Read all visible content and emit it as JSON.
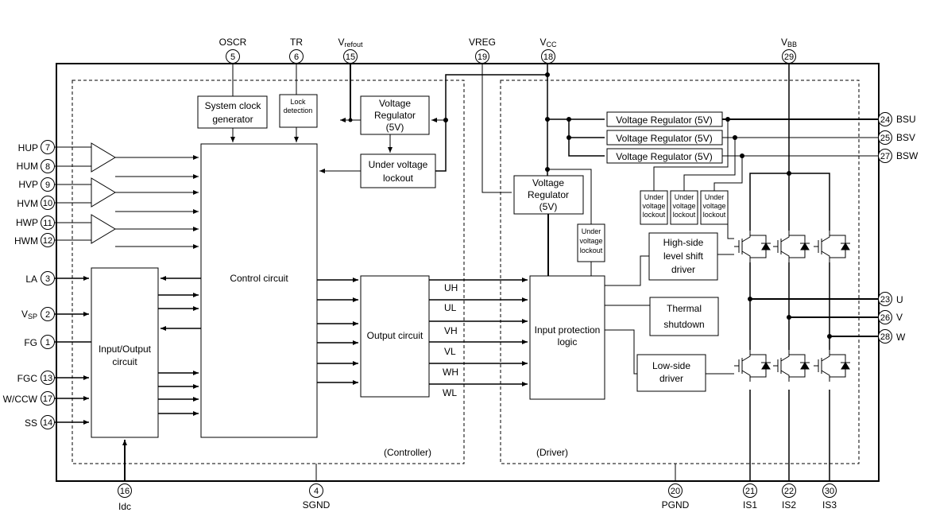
{
  "blocks": {
    "system_clock": [
      "System clock",
      "generator"
    ],
    "lock_detection": [
      "Lock",
      "detection"
    ],
    "vreg_ctrl": [
      "Voltage",
      "Regulator",
      "(5V)"
    ],
    "uvlo_ctrl": [
      "Under voltage",
      "lockout"
    ],
    "control_circuit": "Control circuit",
    "io_circuit": [
      "Input/Output",
      "circuit"
    ],
    "output_circuit": "Output circuit",
    "vreg_drv": [
      "Voltage",
      "Regulator",
      "(5V)"
    ],
    "vreg_bsu": "Voltage Regulator (5V)",
    "vreg_bsv": "Voltage Regulator (5V)",
    "vreg_bsw": "Voltage Regulator (5V)",
    "uvlo_small": [
      "Under",
      "voltage",
      "lockout"
    ],
    "high_side": [
      "High-side",
      "level shift",
      "driver"
    ],
    "input_protection": [
      "Input protection",
      "logic"
    ],
    "thermal": [
      "Thermal",
      "shutdown"
    ],
    "low_side": [
      "Low-side",
      "driver"
    ]
  },
  "signals": [
    "UH",
    "UL",
    "VH",
    "VL",
    "WH",
    "WL"
  ],
  "sections": {
    "controller": "(Controller)",
    "driver": "(Driver)"
  },
  "pins": {
    "oscr": {
      "num": "5",
      "label": "OSCR"
    },
    "tr": {
      "num": "6",
      "label": "TR"
    },
    "vrefout": {
      "num": "15",
      "label": "V",
      "sub": "refout"
    },
    "vreg": {
      "num": "19",
      "label": "VREG"
    },
    "vcc": {
      "num": "18",
      "label": "V",
      "sub": "CC"
    },
    "vbb": {
      "num": "29",
      "label": "V",
      "sub": "BB"
    },
    "hup": {
      "num": "7",
      "label": "HUP"
    },
    "hum": {
      "num": "8",
      "label": "HUM"
    },
    "hvp": {
      "num": "9",
      "label": "HVP"
    },
    "hvm": {
      "num": "10",
      "label": "HVM"
    },
    "hwp": {
      "num": "11",
      "label": "HWP"
    },
    "hwm": {
      "num": "12",
      "label": "HWM"
    },
    "la": {
      "num": "3",
      "label": "LA"
    },
    "vsp": {
      "num": "2",
      "label": "V",
      "sub": "SP"
    },
    "fg": {
      "num": "1",
      "label": "FG"
    },
    "fgc": {
      "num": "13",
      "label": "FGC"
    },
    "cwccw": {
      "num": "17",
      "label": "W/CCW"
    },
    "ss": {
      "num": "14",
      "label": "SS"
    },
    "idc": {
      "num": "16",
      "label": "Idc"
    },
    "sgnd": {
      "num": "4",
      "label": "SGND"
    },
    "pgnd": {
      "num": "20",
      "label": "PGND"
    },
    "is1": {
      "num": "21",
      "label": "IS1"
    },
    "is2": {
      "num": "22",
      "label": "IS2"
    },
    "is3": {
      "num": "30",
      "label": "IS3"
    },
    "bsu": {
      "num": "24",
      "label": "BSU"
    },
    "bsv": {
      "num": "25",
      "label": "BSV"
    },
    "bsw": {
      "num": "27",
      "label": "BSW"
    },
    "u": {
      "num": "23",
      "label": "U"
    },
    "v": {
      "num": "26",
      "label": "V"
    },
    "w": {
      "num": "28",
      "label": "W"
    }
  }
}
